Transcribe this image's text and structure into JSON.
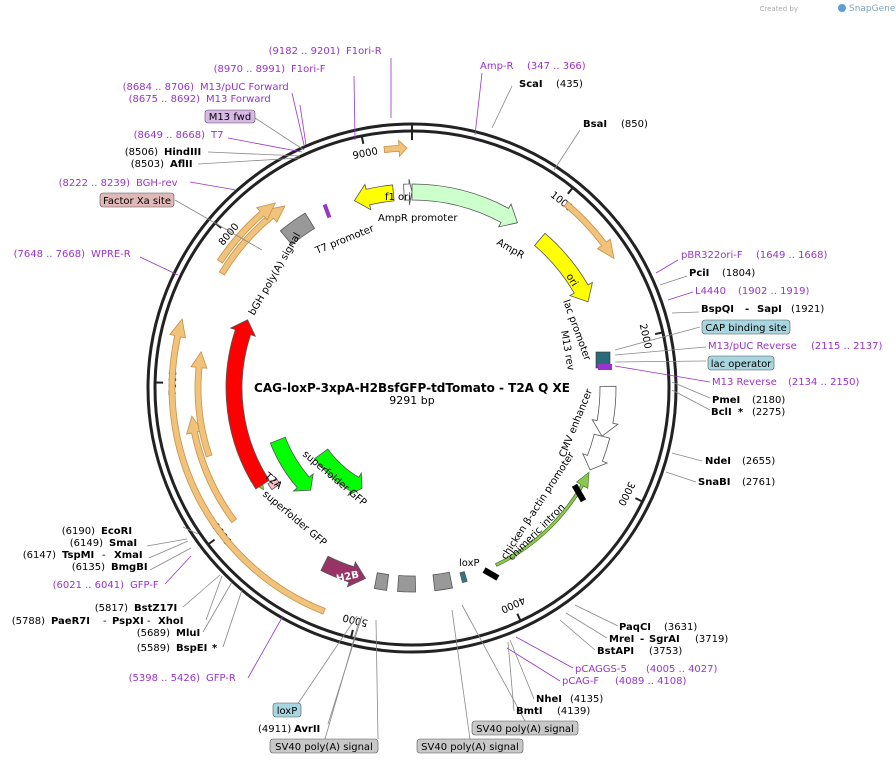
{
  "watermark": {
    "created_by": "Created by",
    "brand": "SnapGene"
  },
  "plasmid": {
    "name": "CAG-loxP-3xpA-H2BsfGFP-tdTomato - T2A Q XE",
    "size_label": "9291 bp",
    "total_bp": 9291
  },
  "ticks": [
    "1000",
    "2000",
    "3000",
    "4000",
    "5000",
    "6000",
    "7000",
    "8000",
    "9000"
  ],
  "features": [
    {
      "id": "f1-ori",
      "label": "f1 ori",
      "color": "#ffff00",
      "kind": "arrow",
      "start": 8850,
      "end": 9150,
      "dir": -1
    },
    {
      "id": "ampr-promoter",
      "label": "AmpR promoter",
      "color": "#ffffff",
      "kind": "arrow",
      "start": 9230,
      "end": 9291,
      "dir": 1
    },
    {
      "id": "ampr",
      "label": "AmpR",
      "color": "#ccffcc",
      "kind": "arrow",
      "start": 0,
      "end": 840,
      "dir": 1
    },
    {
      "id": "ori",
      "label": "ori",
      "color": "#ffff00",
      "kind": "arrow",
      "start": 1050,
      "end": 1650,
      "dir": 1
    },
    {
      "id": "lac-promoter",
      "label": "lac promoter",
      "color": "#ffffff",
      "kind": "label"
    },
    {
      "id": "m13-rev",
      "label": "M13 rev",
      "color": "#ffffff",
      "kind": "label"
    },
    {
      "id": "cmv-enhancer",
      "label": "CMV enhancer",
      "color": "#ffffff",
      "kind": "arrow",
      "start": 2310,
      "end": 2690,
      "dir": 1
    },
    {
      "id": "cba-promoter",
      "label": "chicken β-actin promoter",
      "color": "#ffffff",
      "kind": "arrow",
      "start": 2690,
      "end": 2960,
      "dir": 1
    },
    {
      "id": "chimeric-intron",
      "label": "chimeric intron",
      "color": "#ffffff",
      "kind": "line",
      "start": 2980,
      "end": 3990
    },
    {
      "id": "loxp",
      "label": "loxP",
      "color": "#2b7a8a",
      "kind": "box",
      "start": 4235,
      "end": 4270
    },
    {
      "id": "sv40-1",
      "label": "",
      "color": "#999999",
      "kind": "box",
      "start": 4350,
      "end": 4480
    },
    {
      "id": "sv40-2",
      "label": "",
      "color": "#999999",
      "kind": "box",
      "start": 4620,
      "end": 4750
    },
    {
      "id": "sv40-3",
      "label": "",
      "color": "#999999",
      "kind": "box",
      "start": 4830,
      "end": 4920
    },
    {
      "id": "h2b",
      "label": "H2B",
      "color": "#993366",
      "kind": "arrow",
      "start": 5000,
      "end": 5330,
      "dir": -1
    },
    {
      "id": "sfgfp-1",
      "label": "superfolder GFP",
      "color": "#00ff00",
      "kind": "arrow",
      "start": 5330,
      "end": 6040,
      "dir": -1
    },
    {
      "id": "t2a",
      "label": "T2A",
      "color": "#ffc0cb",
      "kind": "box",
      "start": 6040,
      "end": 6100
    },
    {
      "id": "sfgfp-2",
      "label": "superfolder GFP",
      "color": "#00ff00",
      "kind": "arrow",
      "start": 5800,
      "end": 6420,
      "dir": -1
    },
    {
      "id": "tdtomato",
      "label": "tdTomato",
      "color": "#ff0000",
      "kind": "arrow",
      "start": 6120,
      "end": 7550,
      "dir": 1
    },
    {
      "id": "bgh-polya",
      "label": "bGH poly(A) signal",
      "color": "#999999",
      "kind": "box",
      "start": 8260,
      "end": 8480
    },
    {
      "id": "t7-promoter",
      "label": "T7 promoter",
      "color": "#ffffff",
      "kind": "label"
    }
  ],
  "orfs": [
    {
      "id": "orf-a",
      "start": 9145,
      "end": 9150
    },
    {
      "id": "orf-b",
      "start": 1000,
      "end": 1010
    }
  ],
  "left_labels": [
    {
      "id": "f1ori-r",
      "coords": "(9182 .. 9201)",
      "name": "F1ori-R",
      "style": "primer"
    },
    {
      "id": "f1ori-f",
      "coords": "(8970 .. 8991)",
      "name": "F1ori-F",
      "style": "primer"
    },
    {
      "id": "m13puc-fwd",
      "coords": "(8684 .. 8706)",
      "name": "M13/pUC Forward",
      "style": "primer"
    },
    {
      "id": "m13-forward",
      "coords": "(8675 .. 8692)",
      "name": "M13 Forward",
      "style": "primer"
    },
    {
      "id": "m13-fwd-box",
      "name": "M13 fwd",
      "style": "box-purple"
    },
    {
      "id": "t7",
      "coords": "(8649 .. 8668)",
      "name": "T7",
      "style": "primer"
    },
    {
      "id": "hindiii",
      "coords": "(8506)",
      "name": "HindIII",
      "style": "enzyme"
    },
    {
      "id": "aflii",
      "coords": "(8503)",
      "name": "AflII",
      "style": "enzyme"
    },
    {
      "id": "bgh-rev",
      "coords": "(8222 .. 8239)",
      "name": "BGH-rev",
      "style": "primer"
    },
    {
      "id": "factor-xa",
      "name": "Factor Xa site",
      "style": "box-pink"
    },
    {
      "id": "wpre-r",
      "coords": "(7648 .. 7668)",
      "name": "WPRE-R",
      "style": "primer"
    },
    {
      "id": "ecori",
      "coords": "(6190)",
      "name": "EcoRI",
      "style": "enzyme"
    },
    {
      "id": "smai",
      "coords": "(6149)",
      "name": "SmaI",
      "style": "enzyme"
    },
    {
      "id": "tspmi",
      "coords": "(6147)",
      "name": "TspMI",
      "name2": "XmaI",
      "style": "enzyme2"
    },
    {
      "id": "bmgbi",
      "coords": "(6135)",
      "name": "BmgBI",
      "style": "enzyme"
    },
    {
      "id": "gfp-f",
      "coords": "(6021 .. 6041)",
      "name": "GFP-F",
      "style": "primer"
    },
    {
      "id": "bstz17i",
      "coords": "(5817)",
      "name": "BstZ17I",
      "style": "enzyme"
    },
    {
      "id": "paer7i",
      "coords": "(5788)",
      "name": "PaeR7I",
      "name2": "PspXI",
      "name3": "XhoI",
      "style": "enzyme3"
    },
    {
      "id": "mlui",
      "coords": "(5689)",
      "name": "MluI",
      "style": "enzyme"
    },
    {
      "id": "bspei",
      "coords": "(5589)",
      "name": "BspEI",
      "star": "*",
      "style": "enzyme"
    },
    {
      "id": "gfp-r",
      "coords": "(5398 .. 5426)",
      "name": "GFP-R",
      "style": "primer"
    }
  ],
  "right_labels": [
    {
      "id": "amp-r",
      "name": "Amp-R",
      "coords": "(347 .. 366)",
      "style": "primer"
    },
    {
      "id": "scai",
      "name": "ScaI",
      "coords": "(435)",
      "style": "enzyme"
    },
    {
      "id": "bsai",
      "name": "BsaI",
      "coords": "(850)",
      "style": "enzyme"
    },
    {
      "id": "pbr322ori-f",
      "name": "pBR322ori-F",
      "coords": "(1649 .. 1668)",
      "style": "primer"
    },
    {
      "id": "pcii",
      "name": "PciI",
      "coords": "(1804)",
      "style": "enzyme"
    },
    {
      "id": "l4440",
      "name": "L4440",
      "coords": "(1902 .. 1919)",
      "style": "primer"
    },
    {
      "id": "bspqi",
      "name": "BspQI",
      "name2": "SapI",
      "coords": "(1921)",
      "style": "enzyme2"
    },
    {
      "id": "cap-site",
      "name": "CAP binding site",
      "style": "box-teal"
    },
    {
      "id": "m13puc-rev",
      "name": "M13/pUC Reverse",
      "coords": "(2115 .. 2137)",
      "style": "primer"
    },
    {
      "id": "lac-operator",
      "name": "lac operator",
      "style": "box-teal"
    },
    {
      "id": "m13-reverse",
      "name": "M13 Reverse",
      "coords": "(2134 .. 2150)",
      "style": "primer"
    },
    {
      "id": "pmei",
      "name": "PmeI",
      "coords": "(2180)",
      "style": "enzyme"
    },
    {
      "id": "bcli",
      "name": "BclI",
      "star": "*",
      "coords": "(2275)",
      "style": "enzyme"
    },
    {
      "id": "ndei",
      "name": "NdeI",
      "coords": "(2655)",
      "style": "enzyme"
    },
    {
      "id": "snabi",
      "name": "SnaBI",
      "coords": "(2761)",
      "style": "enzyme"
    },
    {
      "id": "paqci",
      "name": "PaqCI",
      "coords": "(3631)",
      "style": "enzyme"
    },
    {
      "id": "mrei",
      "name": "MreI",
      "name2": "SgrAI",
      "coords": "(3719)",
      "style": "enzyme2"
    },
    {
      "id": "bstapi",
      "name": "BstAPI",
      "coords": "(3753)",
      "style": "enzyme"
    },
    {
      "id": "pcaggs-5",
      "name": "pCAGGS-5",
      "coords": "(4005 .. 4027)",
      "style": "primer"
    },
    {
      "id": "pcag-f",
      "name": "pCAG-F",
      "coords": "(4089 .. 4108)",
      "style": "primer"
    },
    {
      "id": "nhei",
      "name": "NheI",
      "coords": "(4135)",
      "style": "enzyme"
    },
    {
      "id": "bmti",
      "name": "BmtI",
      "coords": "(4139)",
      "style": "enzyme"
    }
  ],
  "bottom_labels": [
    {
      "id": "sv40-lbl-a",
      "name": "SV40 poly(A) signal",
      "style": "box-gray"
    },
    {
      "id": "loxp-lbl",
      "name": "loxP",
      "style": "box-teal"
    },
    {
      "id": "avrii",
      "name": "AvrII",
      "coords": "(4911)",
      "style": "enzyme"
    },
    {
      "id": "sv40-lbl-b",
      "name": "SV40 poly(A) signal",
      "style": "box-gray"
    },
    {
      "id": "sv40-lbl-c",
      "name": "SV40 poly(A) signal",
      "style": "box-gray"
    }
  ],
  "colors": {
    "primer": "#9933cc",
    "enzyme": "#000000",
    "coords": "#000000",
    "leader": "#888888",
    "backbone": "#222222"
  }
}
